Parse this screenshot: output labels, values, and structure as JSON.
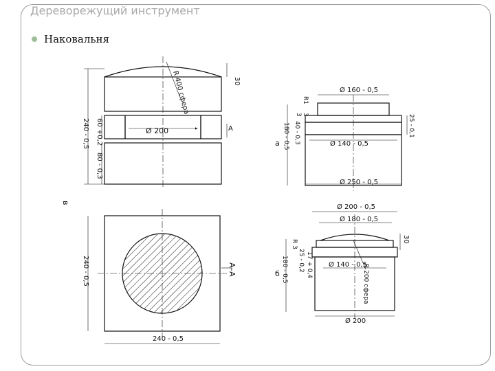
{
  "slide": {
    "title": "Дереворежущий инструмент",
    "bullet": "Наковальня"
  },
  "drawing": {
    "view_a": {
      "dim_top_height": "30",
      "sphere_label": "R 400 сфера",
      "dim_total": "240 - 0,5",
      "dim_groove": "60 +0,2",
      "dim_lower": "80 - 0,3",
      "diameter": "Ø 200",
      "section_mark": "A"
    },
    "view_sec": {
      "side_label": "A–A",
      "dim_side": "240 - 0,5",
      "dim_bottom": "240 - 0,5",
      "view_letter": "в"
    },
    "view_right_top": {
      "view_letter": "а",
      "d_top": "Ø 160 - 0,5",
      "d_mid": "Ø 140 - 0,5",
      "d_bot": "Ø 250 - 0,5",
      "r_corner": "R1",
      "dim_3a": "3",
      "dim_3b": "3",
      "dim_40": "40 - 0,3",
      "dim_180": "180 - 0,5",
      "dim_right": "25 - 0,1"
    },
    "view_right_bottom": {
      "view_letter": "б",
      "d_200_top": "Ø 200 - 0,5",
      "d_180": "Ø 180 - 0,5",
      "d_140": "Ø 140 - 0,5",
      "d_200_bot": "Ø 200",
      "dim_30": "30",
      "r3": "R 3",
      "dim_25": "25 - 0,2",
      "dim_17": "17 + 0,4",
      "dim_180": "180 - 0,5",
      "sphere_label": "R 200 сфера"
    }
  }
}
